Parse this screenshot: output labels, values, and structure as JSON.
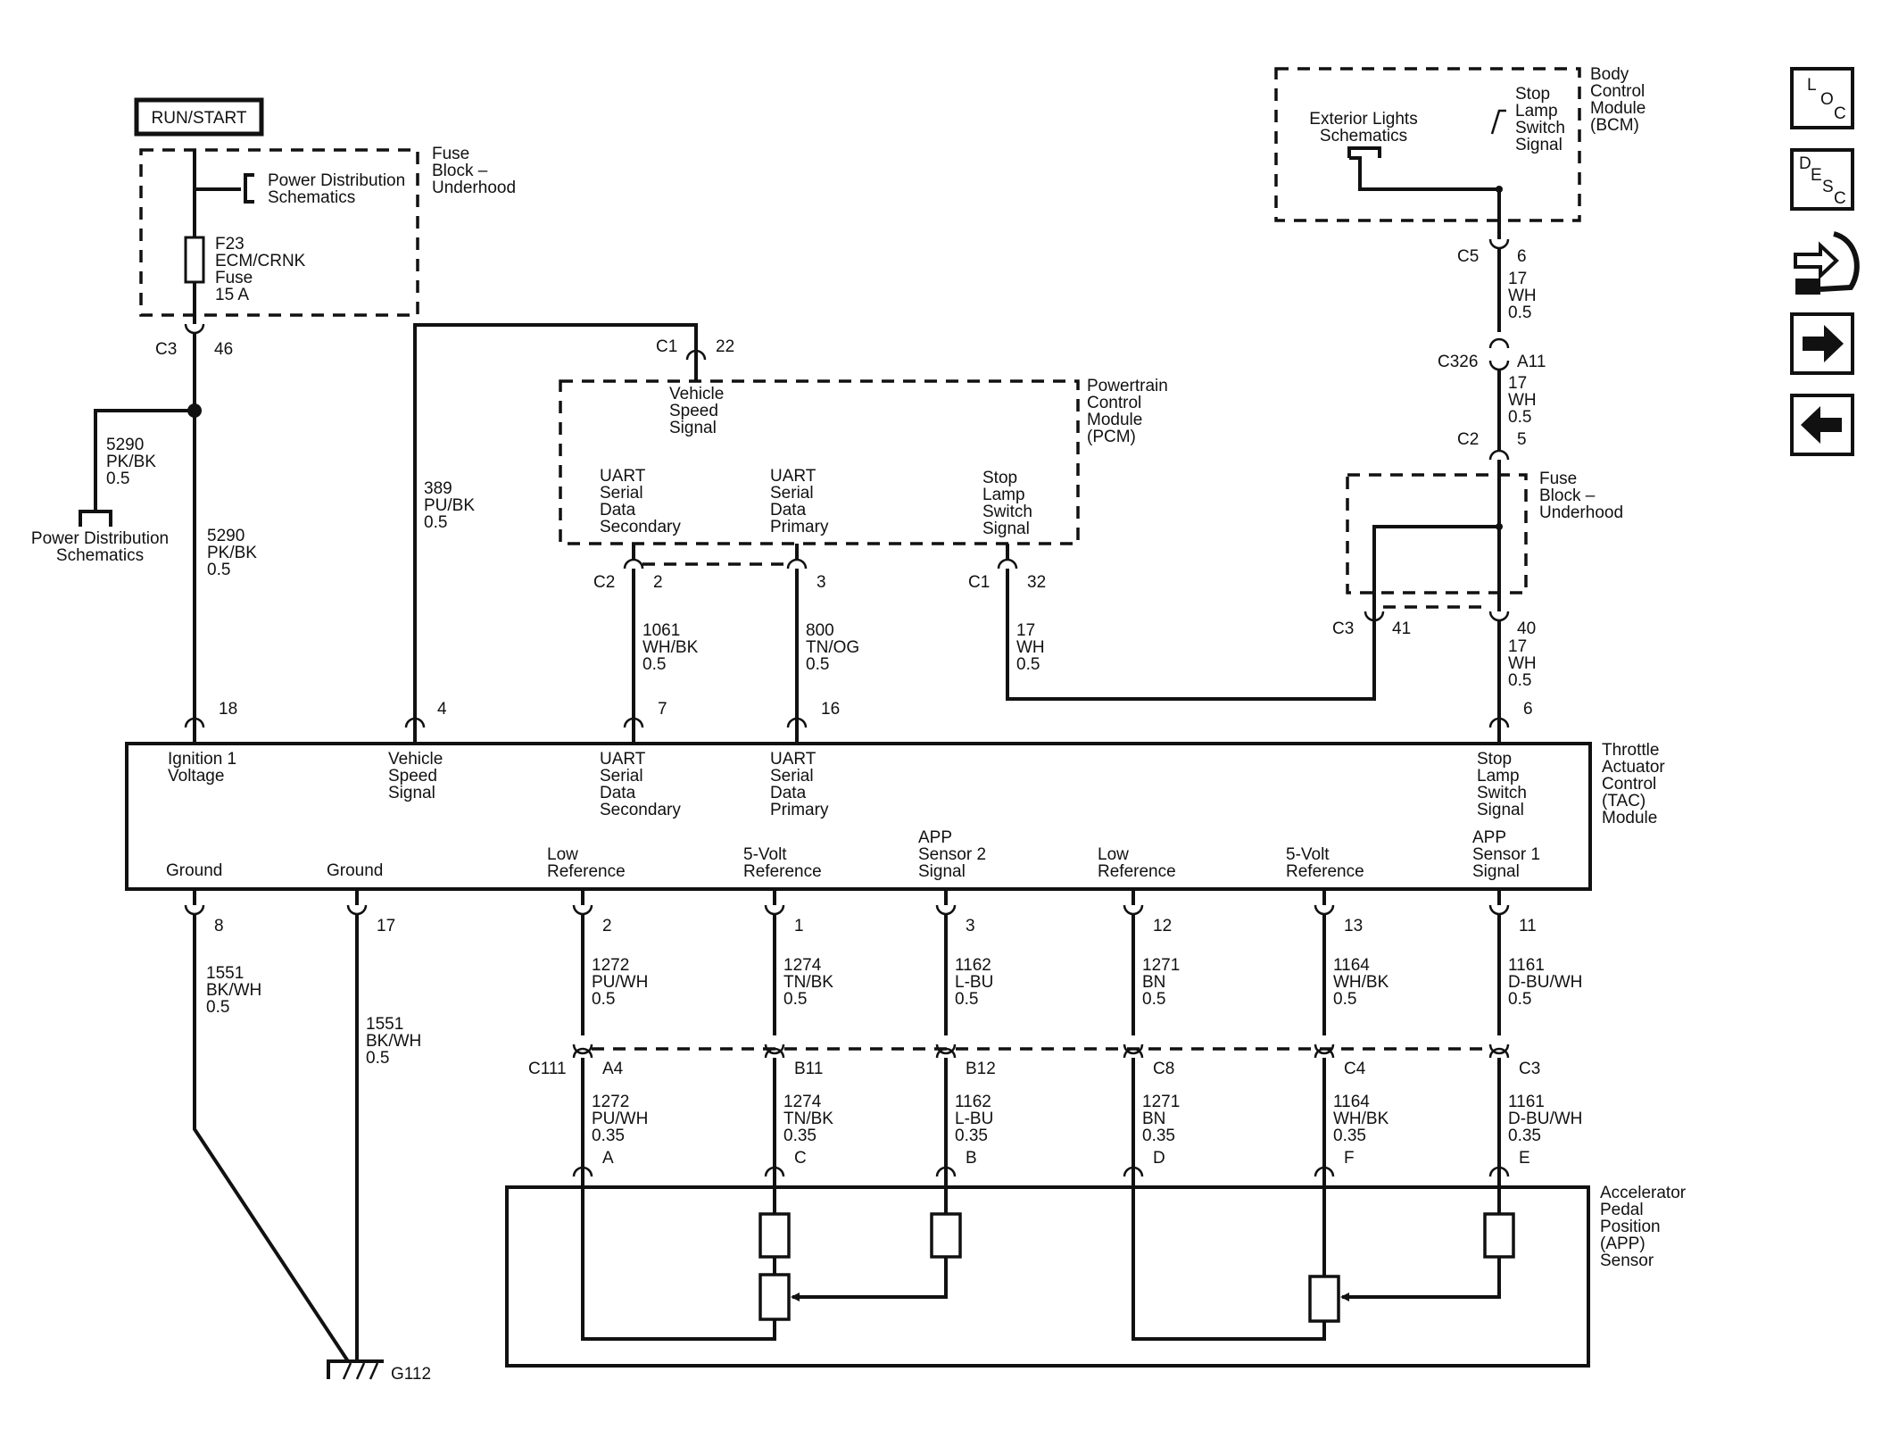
{
  "run_start": "RUN/START",
  "fuse_block_top": {
    "title": [
      "Fuse",
      "Block –",
      "Underhood"
    ],
    "pwr_dist": [
      "Power Distribution",
      "Schematics"
    ],
    "fuse": [
      "F23",
      "ECM/CRNK",
      "Fuse",
      "15 A"
    ]
  },
  "c3_46": {
    "conn": "C3",
    "pin": "46"
  },
  "splice_wire": [
    "5290",
    "PK/BK",
    "0.5"
  ],
  "pwr_dist_left": [
    "Power Distribution",
    "Schematics"
  ],
  "ign_wire": [
    "5290",
    "PK/BK",
    "0.5"
  ],
  "vss_wire": [
    "389",
    "PU/BK",
    "0.5"
  ],
  "c1_22": {
    "conn": "C1",
    "pin": "22"
  },
  "pcm": {
    "title": [
      "Powertrain",
      "Control",
      "Module",
      "(PCM)"
    ],
    "vss": [
      "Vehicle",
      "Speed",
      "Signal"
    ],
    "uart_sec": [
      "UART",
      "Serial",
      "Data",
      "Secondary"
    ],
    "uart_pri": [
      "UART",
      "Serial",
      "Data",
      "Primary"
    ],
    "stop": [
      "Stop",
      "Lamp",
      "Switch",
      "Signal"
    ]
  },
  "pcm_conns": {
    "c2": "C2",
    "p2": "2",
    "p3": "3",
    "c1": "C1",
    "p32": "32"
  },
  "wire_1061": [
    "1061",
    "WH/BK",
    "0.5"
  ],
  "wire_800": [
    "800",
    "TN/OG",
    "0.5"
  ],
  "wire_17_pcm": [
    "17",
    "WH",
    "0.5"
  ],
  "bcm": {
    "title": [
      "Body",
      "Control",
      "Module",
      "(BCM)"
    ],
    "ext": [
      "Exterior Lights",
      "Schematics"
    ],
    "stop": [
      "Stop",
      "Lamp",
      "Switch",
      "Signal"
    ]
  },
  "c5_6": {
    "conn": "C5",
    "pin": "6"
  },
  "wire_17_a": [
    "17",
    "WH",
    "0.5"
  ],
  "c326": {
    "conn": "C326",
    "pin": "A11"
  },
  "wire_17_b": [
    "17",
    "WH",
    "0.5"
  ],
  "c2_5": {
    "conn": "C2",
    "pin": "5"
  },
  "fuse_block_right": [
    "Fuse",
    "Block –",
    "Underhood"
  ],
  "c3_41_40": {
    "conn": "C3",
    "p41": "41",
    "p40": "40"
  },
  "wire_17_c": [
    "17",
    "WH",
    "0.5"
  ],
  "tac_pins_top": {
    "p18": "18",
    "p4": "4",
    "p7": "7",
    "p16": "16",
    "p6": "6"
  },
  "tac": {
    "title": [
      "Throttle",
      "Actuator",
      "Control",
      "(TAC)",
      "Module"
    ],
    "ign": [
      "Ignition 1",
      "Voltage"
    ],
    "vss": [
      "Vehicle",
      "Speed",
      "Signal"
    ],
    "uart_sec": [
      "UART",
      "Serial",
      "Data",
      "Secondary"
    ],
    "uart_pri": [
      "UART",
      "Serial",
      "Data",
      "Primary"
    ],
    "stop": [
      "Stop",
      "Lamp",
      "Switch",
      "Signal"
    ],
    "gnd1": "Ground",
    "gnd2": "Ground",
    "low_ref1": [
      "Low",
      "Reference"
    ],
    "fivev1": [
      "5-Volt",
      "Reference"
    ],
    "app2": [
      "APP",
      "Sensor 2",
      "Signal"
    ],
    "low_ref2": [
      "Low",
      "Reference"
    ],
    "fivev2": [
      "5-Volt",
      "Reference"
    ],
    "app1": [
      "APP",
      "Sensor 1",
      "Signal"
    ]
  },
  "tac_pins_bottom": [
    "8",
    "17",
    "2",
    "1",
    "3",
    "12",
    "13",
    "11"
  ],
  "wire_1551_a": [
    "1551",
    "BK/WH",
    "0.5"
  ],
  "wire_1551_b": [
    "1551",
    "BK/WH",
    "0.5"
  ],
  "upper_wires": [
    [
      "1272",
      "PU/WH",
      "0.5"
    ],
    [
      "1274",
      "TN/BK",
      "0.5"
    ],
    [
      "1162",
      "L-BU",
      "0.5"
    ],
    [
      "1271",
      "BN",
      "0.5"
    ],
    [
      "1164",
      "WH/BK",
      "0.5"
    ],
    [
      "1161",
      "D-BU/WH",
      "0.5"
    ]
  ],
  "c111": {
    "conn": "C111",
    "pins": [
      "A4",
      "B11",
      "B12",
      "C8",
      "C4",
      "C3"
    ]
  },
  "lower_wires": [
    [
      "1272",
      "PU/WH",
      "0.35"
    ],
    [
      "1274",
      "TN/BK",
      "0.35"
    ],
    [
      "1162",
      "L-BU",
      "0.35"
    ],
    [
      "1271",
      "BN",
      "0.35"
    ],
    [
      "1164",
      "WH/BK",
      "0.35"
    ],
    [
      "1161",
      "D-BU/WH",
      "0.35"
    ]
  ],
  "app_pins": [
    "A",
    "C",
    "B",
    "D",
    "F",
    "E"
  ],
  "app_sensor": [
    "Accelerator",
    "Pedal",
    "Position",
    "(APP)",
    "Sensor"
  ],
  "ground": "G112",
  "nav": {
    "loc": [
      "L",
      "O",
      "C"
    ],
    "desc": [
      "D",
      "E",
      "S",
      "C"
    ]
  }
}
